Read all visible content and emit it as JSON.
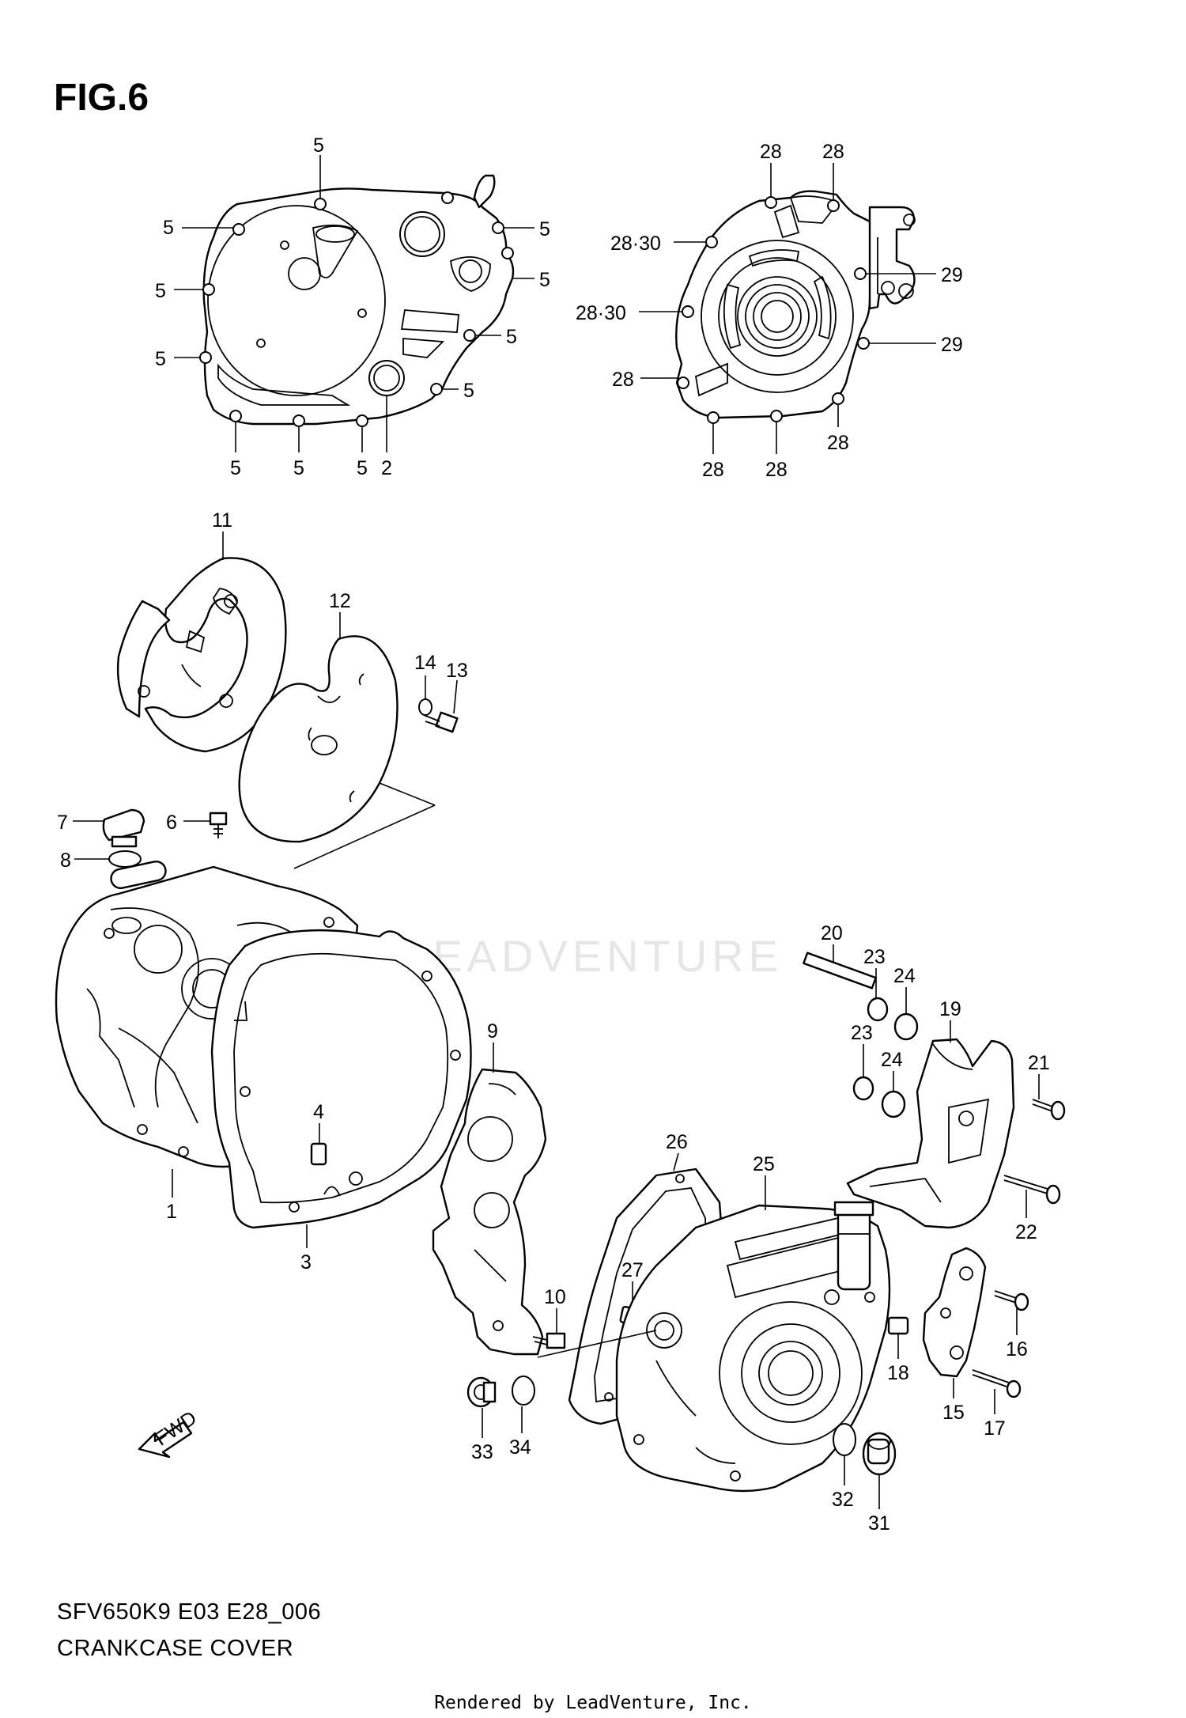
{
  "figure": {
    "title": "FIG.6",
    "model_code": "SFV650K9 E03 E28_006",
    "name": "CRANKCASE COVER",
    "credit": "Rendered by LeadVenture, Inc.",
    "watermark": "LEADVENTURE",
    "fwd_label": "FWD"
  },
  "callouts": {
    "c1": "1",
    "c2": "2",
    "c3": "3",
    "c4": "4",
    "c5": "5",
    "c6": "6",
    "c7": "7",
    "c8": "8",
    "c9": "9",
    "c10": "10",
    "c11": "11",
    "c12": "12",
    "c13": "13",
    "c14": "14",
    "c15": "15",
    "c16": "16",
    "c17": "17",
    "c18": "18",
    "c19": "19",
    "c20": "20",
    "c21": "21",
    "c22": "22",
    "c23": "23",
    "c24": "24",
    "c25": "25",
    "c26": "26",
    "c27": "27",
    "c28": "28",
    "c29": "29",
    "c31": "31",
    "c32": "32",
    "c33": "33",
    "c34": "34",
    "c28_30": "28·30"
  }
}
